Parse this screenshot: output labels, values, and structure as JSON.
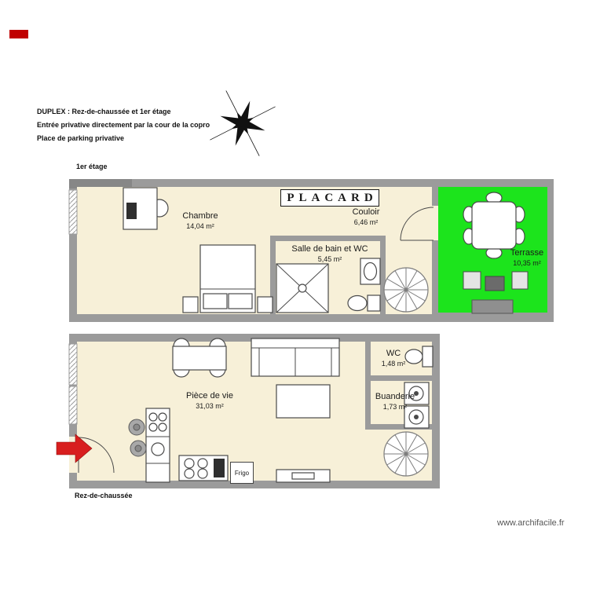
{
  "marker": {
    "color": "#c00000"
  },
  "header": {
    "line1": "DUPLEX : Rez-de-chaussée et 1er étage",
    "line2": "Entrée privative directement par la cour de la copro",
    "line3": "Place de parking privative"
  },
  "first_floor": {
    "label": "1er étage",
    "placard": "PLACARD",
    "rooms": {
      "chambre": {
        "name": "Chambre",
        "area": "14,04 m²"
      },
      "couloir": {
        "name": "Couloir",
        "area": "6,46 m²"
      },
      "salle_de_bain": {
        "name": "Salle de bain et WC",
        "area": "5,45 m²"
      },
      "terrasse": {
        "name": "Terrasse",
        "area": "10,35 m²"
      }
    }
  },
  "ground_floor": {
    "label": "Rez-de-chaussée",
    "frigo": "Frigo",
    "rooms": {
      "piece_de_vie": {
        "name": "Pièce de vie",
        "area": "31,03 m²"
      },
      "wc": {
        "name": "WC",
        "area": "1,48 m²"
      },
      "buanderie": {
        "name": "Buanderie",
        "area": "1,73 m²"
      }
    }
  },
  "footer": {
    "website": "www.archifacile.fr"
  },
  "colors": {
    "wall": "#9b9b9b",
    "floor": "#f7f0d8",
    "terrace": "#1ce41c",
    "arrow": "#d81e1e",
    "marker": "#c00000"
  }
}
